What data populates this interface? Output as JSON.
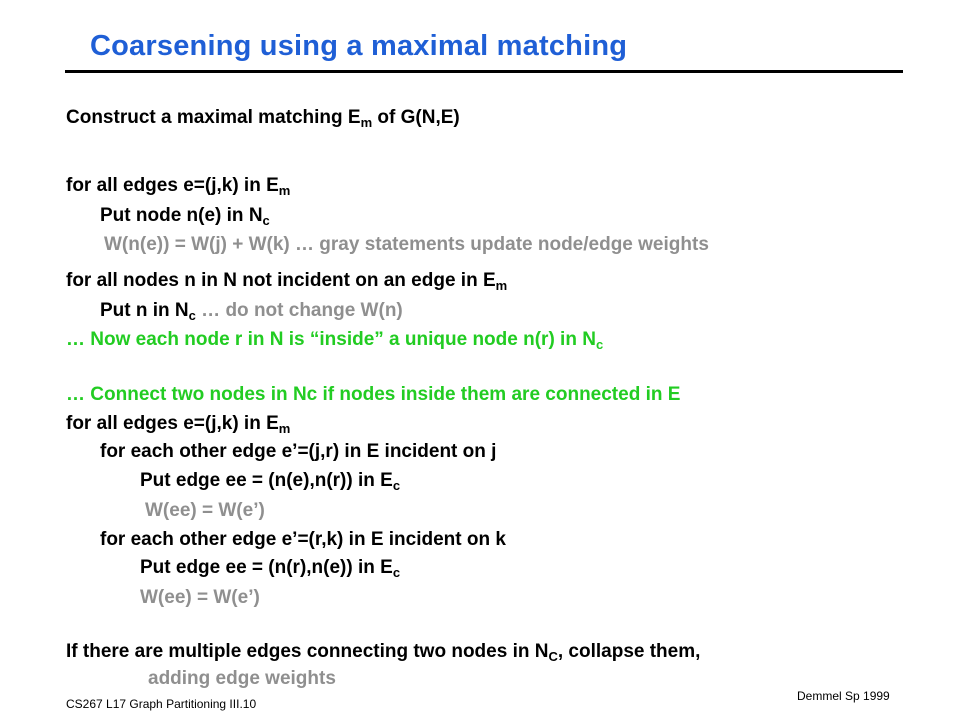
{
  "slide": {
    "title": "Coarsening using a maximal matching",
    "l1": {
      "a": "Construct a maximal matching  E",
      "sub": "m",
      "b": " of G(N,E)"
    },
    "l2": {
      "a": "for all edges e=(j,k) in E",
      "sub": "m"
    },
    "l3": {
      "a": "Put node n(e) in N",
      "sub": "c"
    },
    "l4": {
      "a": "W(n(e)) = W(j) + W(k)     … gray statements update node/edge weights"
    },
    "l5": {
      "a": "for all nodes n in N not incident on an edge in E",
      "sub": "m"
    },
    "l6": {
      "a": "Put n in N",
      "sub": "c",
      "b": "     … do not change W(n)"
    },
    "l7": {
      "a": "… Now each node r in N is “inside” a unique node n(r) in N",
      "sub": "c"
    },
    "l8": {
      "a": "… Connect two nodes in Nc if nodes inside them are connected in E"
    },
    "l9": {
      "a": "for all edges e=(j,k) in E",
      "sub": "m"
    },
    "l10": {
      "a": "for each other edge e’=(j,r) in E incident on j"
    },
    "l11": {
      "a": "Put edge ee = (n(e),n(r)) in E",
      "sub": "c"
    },
    "l12": {
      "a": "W(ee) = W(e’)"
    },
    "l13": {
      "a": "for each other edge e’=(r,k) in E incident on k"
    },
    "l14": {
      "a": "Put edge ee = (n(r),n(e)) in E",
      "sub": "c"
    },
    "l15": {
      "a": "W(ee) = W(e’)"
    },
    "l16": {
      "a": "If there are multiple edges connecting two nodes in N",
      "sub": "C",
      "b": ", collapse them,"
    },
    "l17": {
      "a": "adding edge weights"
    }
  },
  "footer": {
    "left": "CS267  L17 Graph Partitioning III.10",
    "right": "Demmel Sp 1999"
  },
  "colors": {
    "title": "#1f5fd6",
    "gray": "#8f8f8f",
    "green": "#22cc22"
  }
}
